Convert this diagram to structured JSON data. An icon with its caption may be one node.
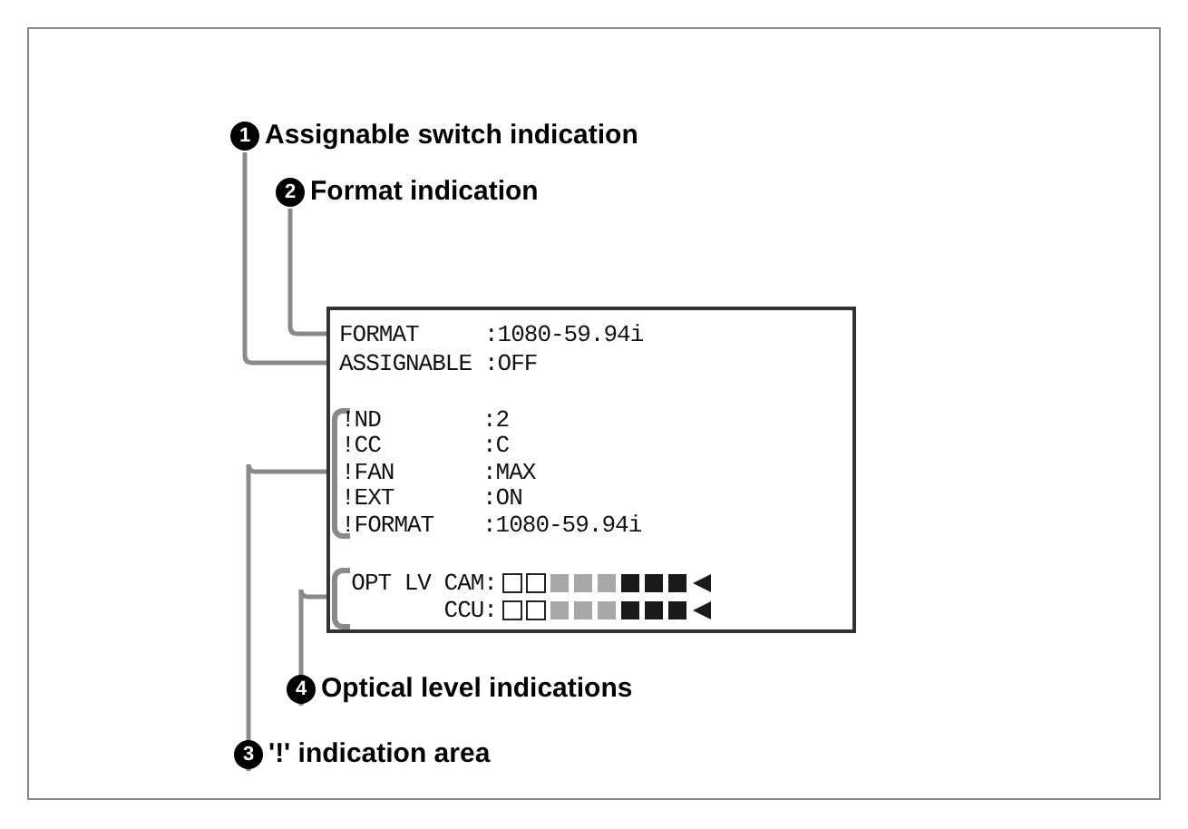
{
  "diagram": {
    "nodes": [
      {
        "text": [
          "1",
          "Assignable switch indication"
        ]
      },
      {
        "text": [
          "2",
          "Format indication"
        ]
      },
      {
        "text": [],
        "shape": "box"
      },
      {
        "text": [
          "FORMAT",
          ":1080-59.94i"
        ],
        "in": 2
      },
      {
        "text": [
          "ASSIGNABLE",
          ":OFF"
        ],
        "in": 2
      },
      {
        "text": [
          "!ND",
          ":2",
          "!CC",
          ":C",
          "!FAN",
          ":MAX",
          "!EXT",
          ":ON",
          "!FORMAT",
          ":1080-59.94i"
        ],
        "in": 2
      },
      {
        "text": [
          "OPT LV CAM:",
          "CCU:"
        ],
        "in": 2
      },
      {
        "text": [
          "4",
          "Optical level indications"
        ]
      },
      {
        "text": [
          "3",
          "'!' indication area"
        ]
      }
    ],
    "edges": [
      {
        "from": 0,
        "to": 4,
        "arrow": "other"
      },
      {
        "from": 1,
        "to": 3,
        "arrow": "other"
      },
      {
        "from": 8,
        "to": 5,
        "arrow": "none"
      },
      {
        "from": 7,
        "to": 6,
        "arrow": "none"
      }
    ]
  }
}
